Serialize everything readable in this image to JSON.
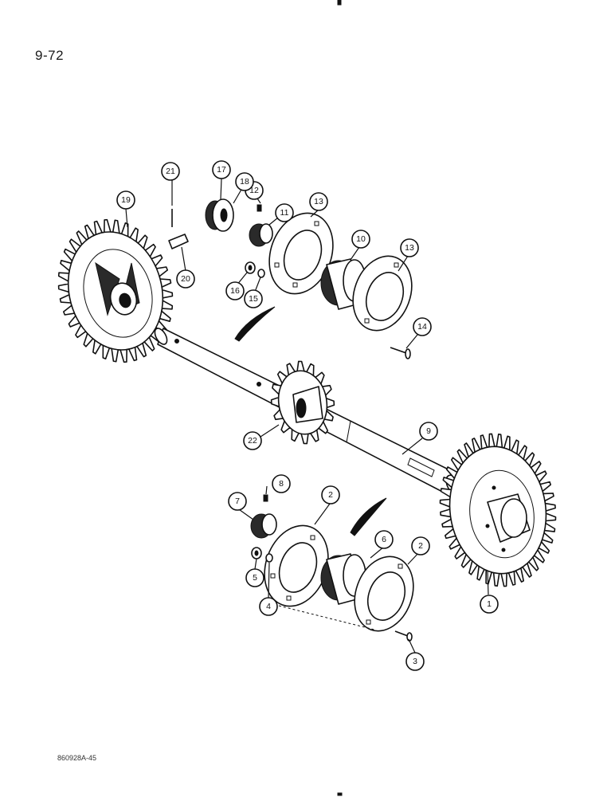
{
  "page": {
    "number": "9-72",
    "figure_code": "860928A-45"
  },
  "callouts": [
    {
      "id": "c1",
      "label": "1"
    },
    {
      "id": "c2a",
      "label": "2"
    },
    {
      "id": "c2b",
      "label": "2"
    },
    {
      "id": "c3",
      "label": "3"
    },
    {
      "id": "c4",
      "label": "4"
    },
    {
      "id": "c5",
      "label": "5"
    },
    {
      "id": "c6",
      "label": "6"
    },
    {
      "id": "c7",
      "label": "7"
    },
    {
      "id": "c8",
      "label": "8"
    },
    {
      "id": "c9",
      "label": "9"
    },
    {
      "id": "c10",
      "label": "10"
    },
    {
      "id": "c11",
      "label": "11"
    },
    {
      "id": "c12",
      "label": "12"
    },
    {
      "id": "c13a",
      "label": "13"
    },
    {
      "id": "c13b",
      "label": "13"
    },
    {
      "id": "c14",
      "label": "14"
    },
    {
      "id": "c15",
      "label": "15"
    },
    {
      "id": "c16",
      "label": "16"
    },
    {
      "id": "c17",
      "label": "17"
    },
    {
      "id": "c18",
      "label": "18"
    },
    {
      "id": "c19",
      "label": "19"
    },
    {
      "id": "c20",
      "label": "20"
    },
    {
      "id": "c21",
      "label": "21"
    },
    {
      "id": "c22",
      "label": "22"
    }
  ]
}
